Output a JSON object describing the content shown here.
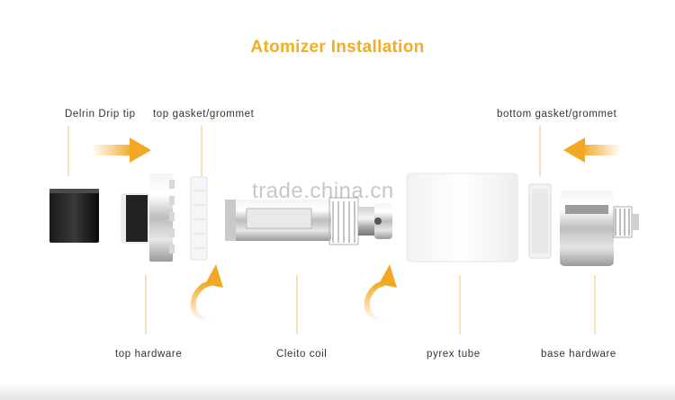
{
  "title": "Atomizer Installation",
  "labels": {
    "delrin_drip_tip": "Delrin Drip tip",
    "top_gasket": "top gasket/grommet",
    "bottom_gasket": "bottom gasket/grommet",
    "top_hardware": "top hardware",
    "cleito_coil": "Cleito coil",
    "pyrex_tube": "pyrex tube",
    "base_hardware": "base hardware"
  },
  "watermark": "trade.china.cn",
  "colors": {
    "accent": "#f0ae25",
    "label_text": "#333333",
    "guide_line": "#f3c46a"
  }
}
